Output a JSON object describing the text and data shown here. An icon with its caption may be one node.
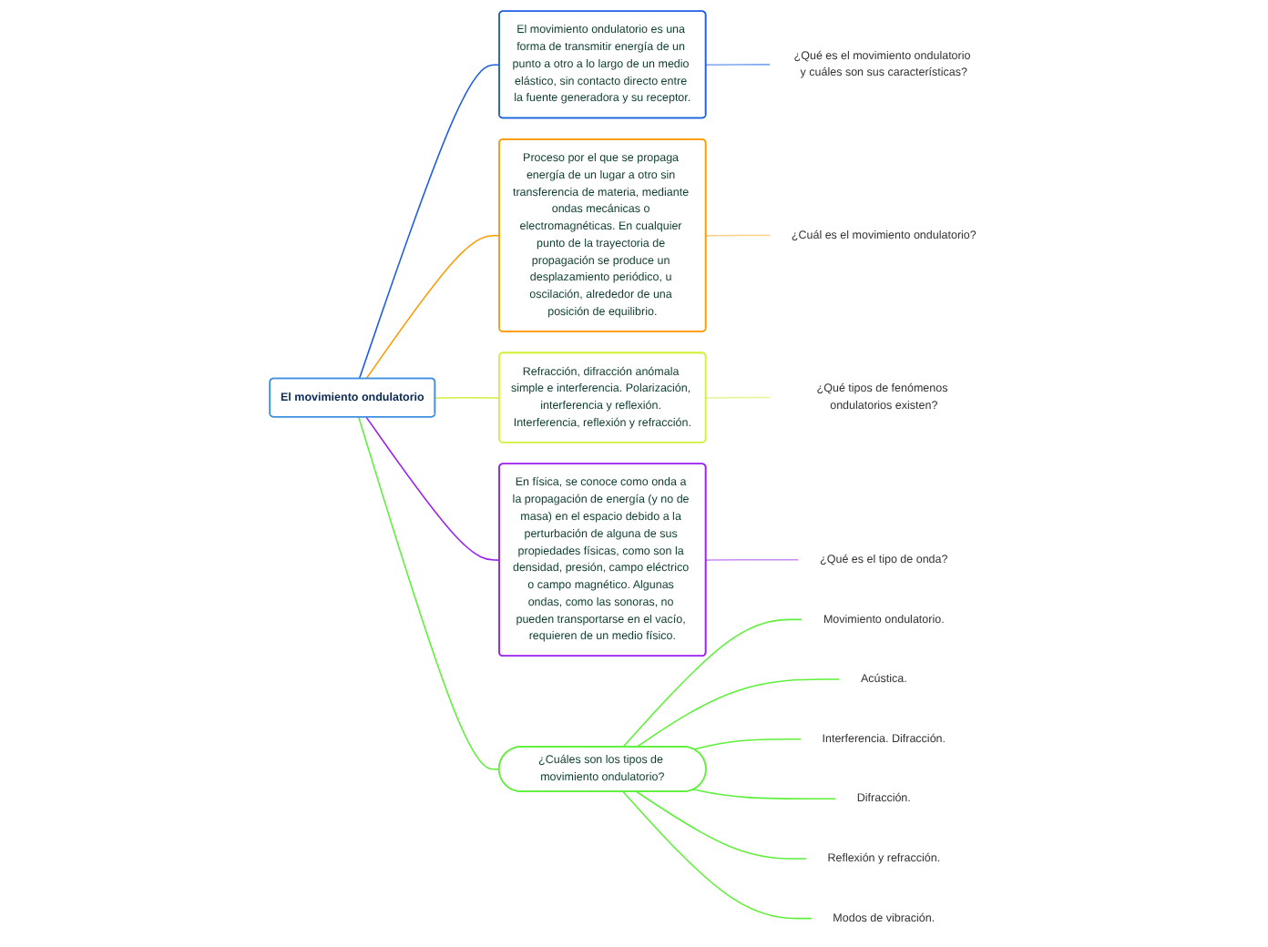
{
  "diagram": {
    "nodes": [
      {
        "text": [
          "El movimiento ondulatorio"
        ]
      },
      {
        "text": [
          "¿Qué es el movimiento ondulatorio y cuáles son sus características?"
        ]
      },
      {
        "text": [
          "El movimiento ondulatorio es una forma de transmitir energía de un punto a otro a lo largo de un medio elástico, sin contacto directo entre la fuente generadora y su receptor."
        ]
      },
      {
        "text": [
          "¿Cuál es el movimiento ondulatorio?"
        ]
      },
      {
        "text": [
          "Proceso por el que se propaga energía de un lugar a otro sin transferencia de materia, mediante ondas mecánicas o electromagnéticas. En cualquier punto de la trayectoria de propagación se produce un desplazamiento periódico, u oscilación, alrededor de una posición de equilibrio."
        ]
      },
      {
        "text": [
          "¿Qué tipos de fenómenos ondulatorios existen?"
        ]
      },
      {
        "text": [
          "Refracción, difracción anómala simple e interferencia. Polarización, interferencia y reflexión. Interferencia, reflexión y refracción."
        ]
      },
      {
        "text": [
          "¿Qué es el tipo de onda?"
        ]
      },
      {
        "text": [
          "En física, se conoce como onda a la propagación de energía (y no de masa) en el espacio debido a la perturbación de alguna de sus propiedades físicas, como son la densidad, presión, campo eléctrico o campo magnético. Algunas ondas, como las sonoras, no pueden transportarse en el vacío, requieren de un medio físico."
        ]
      },
      {
        "text": [
          "¿Cuáles son los tipos de movimiento ondulatorio?"
        ]
      },
      {
        "text": [
          "Movimiento ondulatorio."
        ]
      },
      {
        "text": [
          "Acústica."
        ]
      },
      {
        "text": [
          "Interferencia. Difracción."
        ]
      },
      {
        "text": [
          "Difracción."
        ]
      },
      {
        "text": [
          "Reflexión y refracción."
        ]
      },
      {
        "text": [
          "Modos de vibración."
        ]
      }
    ],
    "edges": [
      {
        "from": 0,
        "to": 2,
        "arrow": "none",
        "color": "#1f5fe0"
      },
      {
        "from": 2,
        "to": 1,
        "arrow": "none",
        "color": "#7ea6f0"
      },
      {
        "from": 0,
        "to": 4,
        "arrow": "none",
        "color": "#ff9900"
      },
      {
        "from": 4,
        "to": 3,
        "arrow": "none",
        "color": "#ffcf8a"
      },
      {
        "from": 0,
        "to": 6,
        "arrow": "none",
        "color": "#d4f03c"
      },
      {
        "from": 6,
        "to": 5,
        "arrow": "none",
        "color": "#e6f59a"
      },
      {
        "from": 0,
        "to": 8,
        "arrow": "none",
        "color": "#9b1ff0"
      },
      {
        "from": 8,
        "to": 7,
        "arrow": "none",
        "color": "#c98af5"
      },
      {
        "from": 0,
        "to": 9,
        "arrow": "none"
      },
      {
        "from": 9,
        "to": 10,
        "arrow": "none"
      },
      {
        "from": 9,
        "to": 11,
        "arrow": "none"
      },
      {
        "from": 9,
        "to": 12,
        "arrow": "none"
      },
      {
        "from": 9,
        "to": 13,
        "arrow": "none"
      },
      {
        "from": 9,
        "to": 14,
        "arrow": "none"
      },
      {
        "from": 9,
        "to": 15,
        "arrow": "none"
      }
    ]
  }
}
